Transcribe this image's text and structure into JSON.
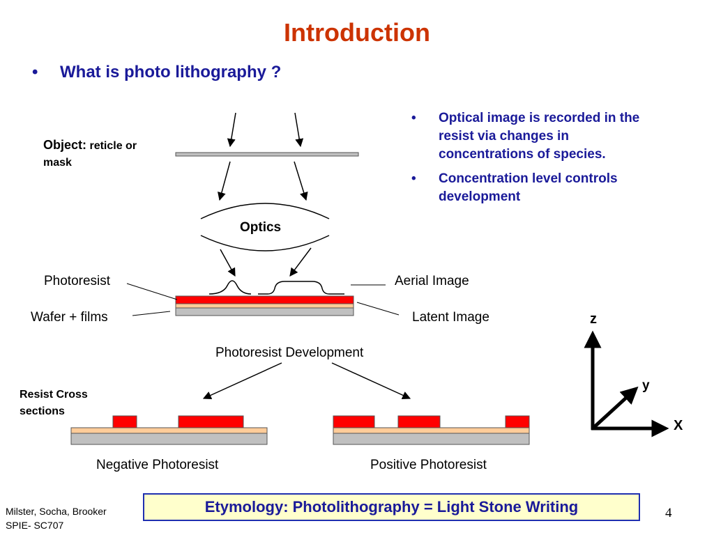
{
  "slide": {
    "title": "Introduction",
    "main_bullet": "What is photo lithography ?",
    "side_bullets": [
      "Optical image is recorded in the resist via changes in concentrations of species.",
      "Concentration level controls development"
    ]
  },
  "diagram": {
    "object_label_strong": "Object:",
    "object_label_rest": " reticle or mask",
    "optics_label": "Optics",
    "photoresist_label": "Photoresist",
    "aerial_image_label": "Aerial Image",
    "wafer_label": "Wafer + films",
    "latent_image_label": "Latent Image",
    "development_label": "Photoresist Development",
    "cross_sections_label": "Resist Cross sections",
    "negative_label": "Negative Photoresist",
    "positive_label": "Positive Photoresist",
    "axis_z": "z",
    "axis_y": "y",
    "axis_x": "X"
  },
  "footer": {
    "etymology": "Etymology:  Photolithography = Light Stone Writing",
    "authors": "Milster, Socha, Brooker",
    "course": "SPIE- SC707",
    "page_number": "4"
  },
  "colors": {
    "title": "#cc3300",
    "bullet_text": "#1a1a99",
    "resist_red": "#ff0000",
    "film_peach": "#ffcc99",
    "wafer_gray": "#c0c0c0",
    "etymology_bg": "#ffffcc",
    "etymology_border": "#1f2fb0"
  }
}
